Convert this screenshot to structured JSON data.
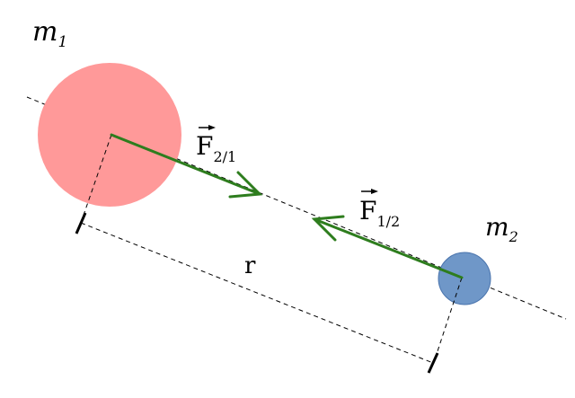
{
  "labels": {
    "mass1": {
      "base": "m",
      "sub": "1"
    },
    "mass2": {
      "base": "m",
      "sub": "2"
    },
    "force21": {
      "base": "F",
      "sub": "2/1"
    },
    "force12": {
      "base": "F",
      "sub": "1/2"
    },
    "distance": "r"
  },
  "colors": {
    "mass1_fill": "#ff9999",
    "mass2_fill": "#6f97c8",
    "mass2_stroke": "#4a74ad",
    "force_arrow": "#2e7d1e",
    "dashed_line": "#000000"
  }
}
